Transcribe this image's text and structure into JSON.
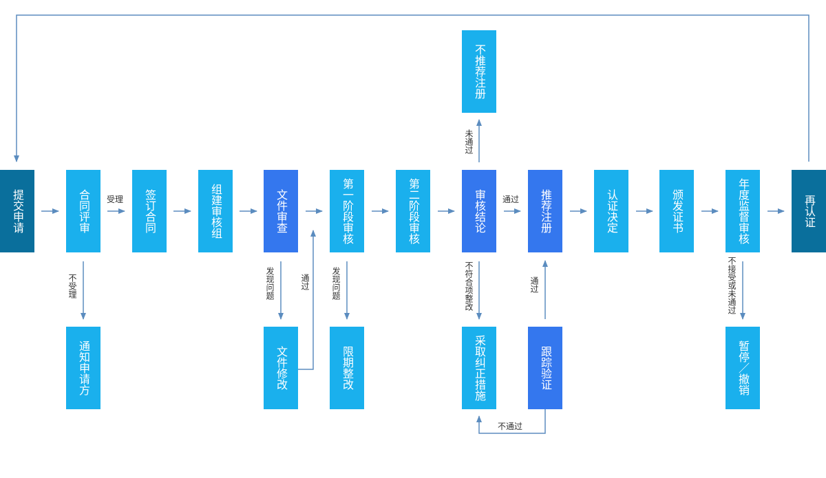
{
  "nodes": {
    "submit": "提交申请",
    "contract_review": "合同评审",
    "sign_contract": "签订合同",
    "form_team": "组建审核组",
    "doc_review": "文件审查",
    "stage1": "第一阶段审核",
    "stage2": "第二阶段审核",
    "conclusion": "审核结论",
    "recommend": "推荐注册",
    "decision": "认证决定",
    "issue_cert": "颁发证书",
    "annual": "年度监督审核",
    "recert": "再认证",
    "not_recommend": "不推荐注册",
    "notify": "通知申请方",
    "doc_modify": "文件修改",
    "rectify_deadline": "限期整改",
    "corrective": "采取纠正措施",
    "follow_up": "跟踪验证",
    "suspend": "暂停／撤销"
  },
  "labels": {
    "accept": "受理",
    "not_accept": "不受理",
    "problem_doc": "发现问题",
    "pass_doc": "通过",
    "problem_stage1": "发现问题",
    "not_pass_top": "未通过",
    "pass_conclusion": "通过",
    "nonconform": "不符合项整改",
    "pass_follow": "通过",
    "not_pass_bottom": "不通过",
    "not_accept_annual": "不接受或未通过"
  },
  "colors": {
    "light": "#1ab0ed",
    "blue": "#3477ee",
    "dark": "#0a6f9c",
    "arrow": "#5b8cbf"
  }
}
